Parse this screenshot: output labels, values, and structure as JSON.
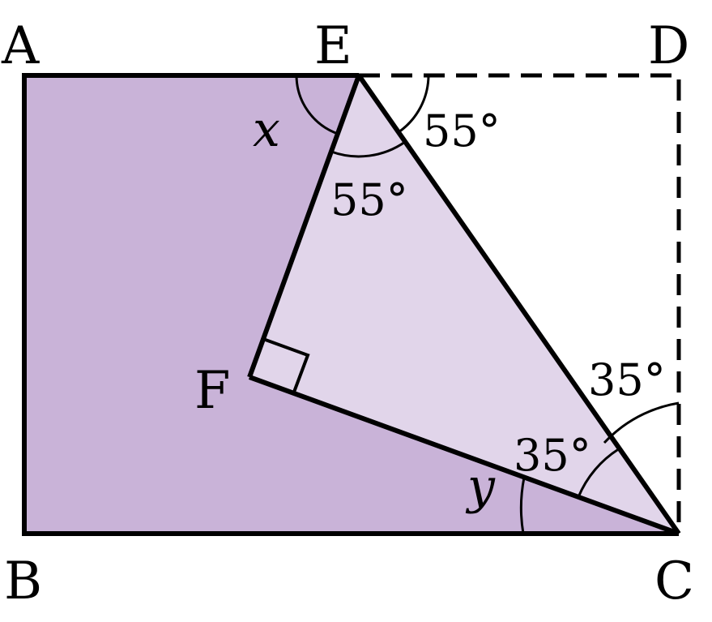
{
  "vertices": {
    "A": "A",
    "B": "B",
    "C": "C",
    "D": "D",
    "E": "E",
    "F": "F"
  },
  "variables": {
    "x": "x",
    "y": "y"
  },
  "angles": {
    "e_outer": "55°",
    "e_inner": "55°",
    "c_outer": "35°",
    "c_inner": "35°"
  },
  "colors": {
    "rect_fill": "#c9b3d8",
    "triangle_fill": "#e1d5ea",
    "stroke": "#000000"
  }
}
